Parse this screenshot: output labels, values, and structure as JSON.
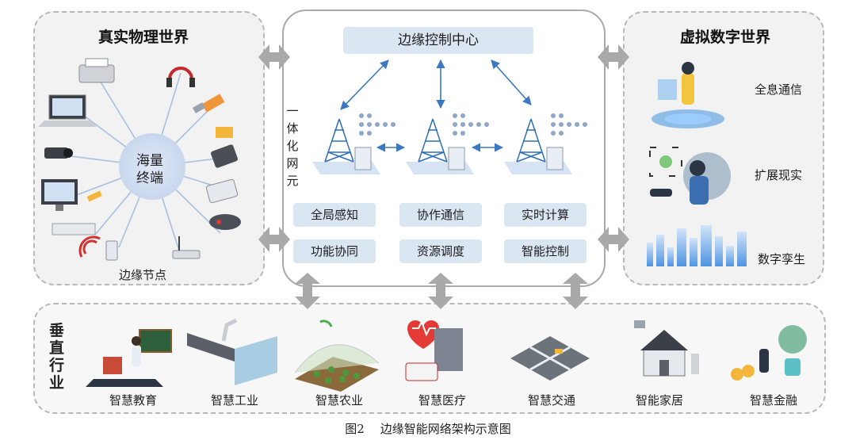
{
  "left": {
    "title": "真实物理世界",
    "center_label_line1": "海量",
    "center_label_line2": "终端",
    "edge_node_label": "边缘节点"
  },
  "center": {
    "control_center": "边缘控制中心",
    "side_label": [
      "一",
      "体",
      "化",
      "网",
      "元"
    ],
    "functions": [
      "全局感知",
      "协作通信",
      "实时计算",
      "功能协同",
      "资源调度",
      "智能控制"
    ]
  },
  "right": {
    "title": "虚拟数字世界",
    "items": [
      "全息通信",
      "扩展现实",
      "数字孪生"
    ]
  },
  "bottom": {
    "side_label": [
      "垂",
      "直",
      "行",
      "业"
    ],
    "industries": [
      "智慧教育",
      "智慧工业",
      "智慧农业",
      "智慧医疗",
      "智慧交通",
      "智能家居",
      "智慧金融"
    ]
  },
  "caption": {
    "figure_no": "图2",
    "title": "边缘智能网络架构示意图"
  }
}
